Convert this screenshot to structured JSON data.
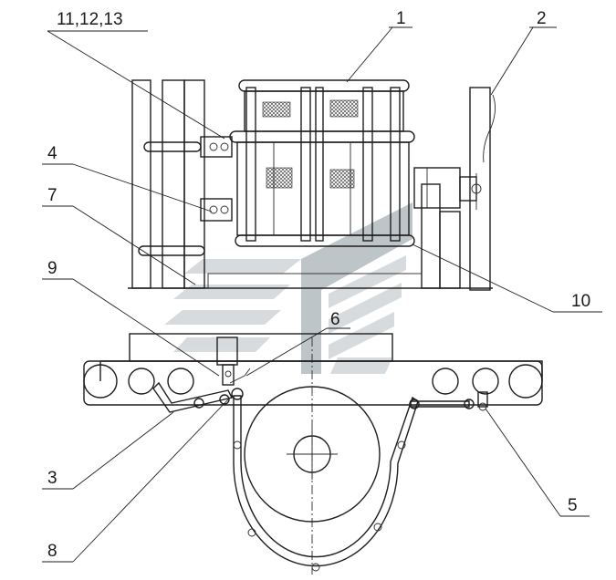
{
  "callouts": [
    {
      "id": "c-11-12-13",
      "text": "11,12,13"
    },
    {
      "id": "c-1",
      "text": "1"
    },
    {
      "id": "c-2",
      "text": "2"
    },
    {
      "id": "c-4",
      "text": "4"
    },
    {
      "id": "c-7",
      "text": "7"
    },
    {
      "id": "c-9",
      "text": "9"
    },
    {
      "id": "c-6",
      "text": "6"
    },
    {
      "id": "c-10",
      "text": "10"
    },
    {
      "id": "c-3",
      "text": "3"
    },
    {
      "id": "c-5",
      "text": "5"
    },
    {
      "id": "c-8",
      "text": "8"
    }
  ],
  "colors": {
    "line": "#1e1e1e",
    "watermark": "#d3d8da"
  }
}
